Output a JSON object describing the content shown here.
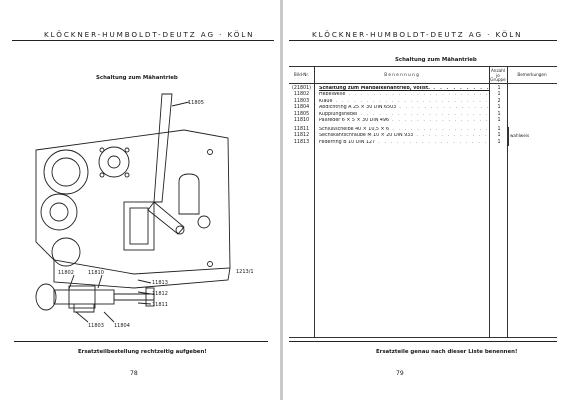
{
  "left_page": {
    "header": "KLÖCKNER-HUMBOLDT-DEUTZ AG · KÖLN",
    "subtitle": "Schaltung zum Mähantrieb",
    "footer": "Ersatzteilbestellung rechtzeitig aufgeben!",
    "page_number": "78",
    "drawing_number": "1213/1",
    "callouts": [
      "11805",
      "11802",
      "11810",
      "11813",
      "11812",
      "11811",
      "11803",
      "11804"
    ]
  },
  "right_page": {
    "header": "KLÖCKNER-HUMBOLDT-DEUTZ AG · KÖLN",
    "subtitle": "Schaltung zum Mähantrieb",
    "footer": "Ersatzteile genau nach dieser Liste benennen!",
    "page_number": "79",
    "columns": {
      "bild_nr": "Bild-Nr.",
      "benennung": "B e n e n n u n g",
      "anzahl_1": "Anzahl",
      "anzahl_2": "je",
      "anzahl_3": "Gruppe",
      "bemerkungen": "Bemerkungen"
    },
    "rows": [
      {
        "num": "(21801)",
        "desc": "Schaltung zum Mähbalkenantrieb, vollst.",
        "qty": "1",
        "rem": "",
        "bold": true
      },
      {
        "num": "11802",
        "desc": "Hebelwelle",
        "qty": "1",
        "rem": ""
      },
      {
        "num": "11803",
        "desc": "Klaue",
        "qty": "2",
        "rem": ""
      },
      {
        "num": "11804",
        "desc": "Abdichtring A 25 × 30 DIN 6503",
        "qty": "1",
        "rem": ""
      },
      {
        "num": "11805",
        "desc": "Kupplungshebel",
        "qty": "1",
        "rem": ""
      },
      {
        "num": "11810",
        "desc": "Paßfeder 6 × 5 × 30 DIN 496",
        "qty": "1",
        "rem": ""
      },
      {
        "num": "11811",
        "desc": "Schlußscheibe 40 × 10,5 × 6",
        "qty": "1",
        "rem": ""
      },
      {
        "num": "11812",
        "desc": "Sechskantschraube M 10 × 20 DIN 933",
        "qty": "1",
        "rem": "wahlweis"
      },
      {
        "num": "11813",
        "desc": "Federring B 10 DIN 127",
        "qty": "1",
        "rem": ""
      }
    ]
  }
}
